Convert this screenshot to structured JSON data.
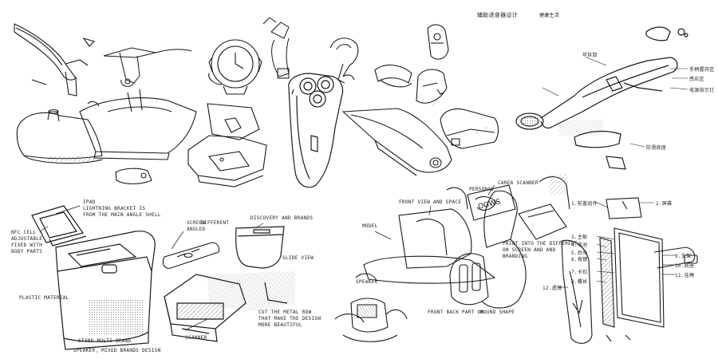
{
  "sheet": {
    "top_right_title": "辅助进食器设计",
    "top_right_subtitle": "健康生活",
    "spoon_notes": [
      "可拆卸",
      "手柄握持区",
      "感应区",
      "电源指示灯",
      "防滑底座"
    ],
    "left_notes": {
      "screen_a": "IPAD",
      "screen_b": "LIGHTNING BRACKET IS",
      "screen_c": "FROM THE MAIN ANGLE SHELL",
      "side_a": "NFC CELL",
      "side_b": "ADJUSTABLE",
      "side_c": "FIXED WITH",
      "side_d": "BODY PARTS",
      "plastic": "PLASTIC MATERIAL",
      "bottom_a": "STAND MULTI BRAND",
      "bottom_b": "SPEAKER, MIXED BRANDS DESIGN",
      "switch_a": "SCREEN",
      "switch_b": "DIFFERENT",
      "switch_c": "ANGLED",
      "discovery": "DISCOVERY AND BRANDS",
      "slide": "SLIDE VIEW",
      "cut_a": "CUT THE METAL ROW",
      "cut_b": "THAT MAKE THE DESIGN",
      "cut_c": "MORE BEAUTIFUL",
      "scanner": "SCANNER"
    },
    "middle_notes": {
      "front": "FRONT VIEW AND SPACE",
      "model": "MODEL",
      "speaker": "SPEAKER",
      "front_back": "FRONT BACK PART ON",
      "round": "ROUND SHAPE",
      "personal": "PERSONAL",
      "scanner": "CAREA SCANNER",
      "print_a": "PRINT INTO THE DIFFERENT",
      "print_b": "ON SCREEN AND AND",
      "print_c": "BRANDING"
    },
    "right_bottom_notes": [
      "1.前盖组件",
      "2.屏幕",
      "3.主板",
      "4.电池",
      "5.后壳",
      "6.按键",
      "7.卡扣",
      "8.螺丝",
      "9.支架",
      "10.底座",
      "11.挂绳",
      "12.透镜"
    ],
    "icon_names": [
      "pen-sketch",
      "shaver-sketch",
      "mouse-sketch",
      "spoon-sketch",
      "scanner-sketch",
      "exploded-view-sketch"
    ],
    "colors": {
      "ink": "#1a1a1a",
      "paper": "#ffffff",
      "hatch": "#555555"
    }
  }
}
